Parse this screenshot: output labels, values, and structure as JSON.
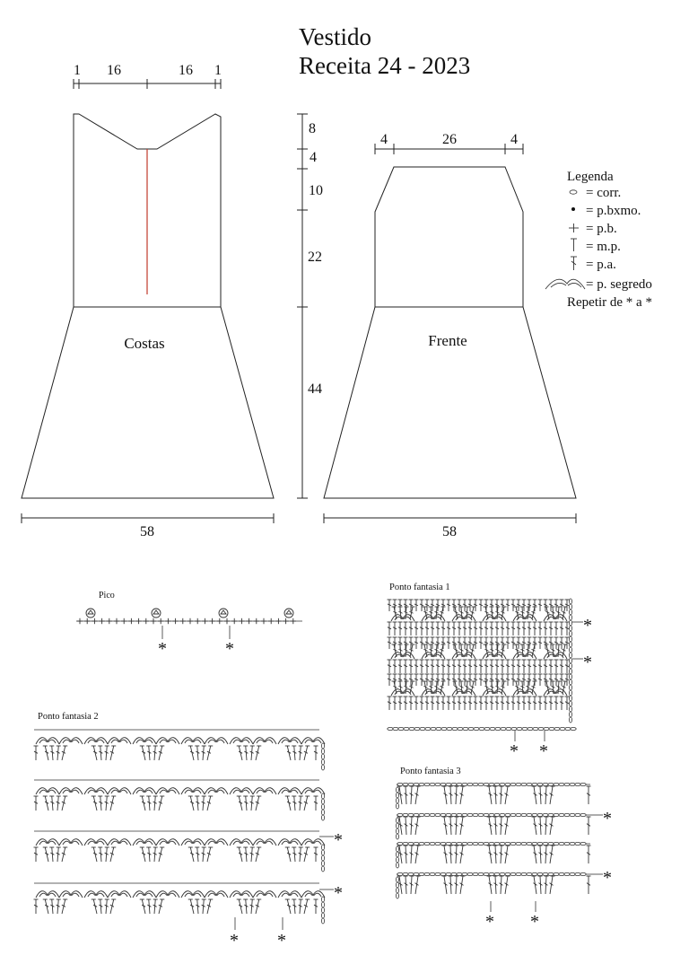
{
  "title": {
    "line1": "Vestido",
    "line2": "Receita 24 - 2023"
  },
  "back": {
    "label": "Costas",
    "top_dims": [
      "1",
      "16",
      "16",
      "1"
    ],
    "bottom_dim": "58",
    "height_dims": [
      "8",
      "4",
      "10",
      "22",
      "44"
    ]
  },
  "front": {
    "label": "Frente",
    "top_dims": [
      "4",
      "26",
      "4"
    ],
    "bottom_dim": "58"
  },
  "legend": {
    "heading": "Legenda",
    "items": [
      {
        "icon": "chain-stitch-icon",
        "text": "= corr."
      },
      {
        "icon": "slip-stitch-icon",
        "text": "= p.bxmo."
      },
      {
        "icon": "single-crochet-icon",
        "text": "= p.b."
      },
      {
        "icon": "half-double-crochet-icon",
        "text": "= m.p."
      },
      {
        "icon": "double-crochet-icon",
        "text": "= p.a."
      },
      {
        "icon": "secret-stitch-icon",
        "text": "= p. segredo"
      }
    ],
    "repeat": "Repetir de * a *"
  },
  "charts": {
    "pico": "Pico",
    "fantasia1": "Ponto fantasia 1",
    "fantasia2": "Ponto fantasia 2",
    "fantasia3": "Ponto fantasia 3",
    "repeat_mark": "*"
  },
  "colors": {
    "line": "#222222",
    "center_line": "#c0392b"
  }
}
